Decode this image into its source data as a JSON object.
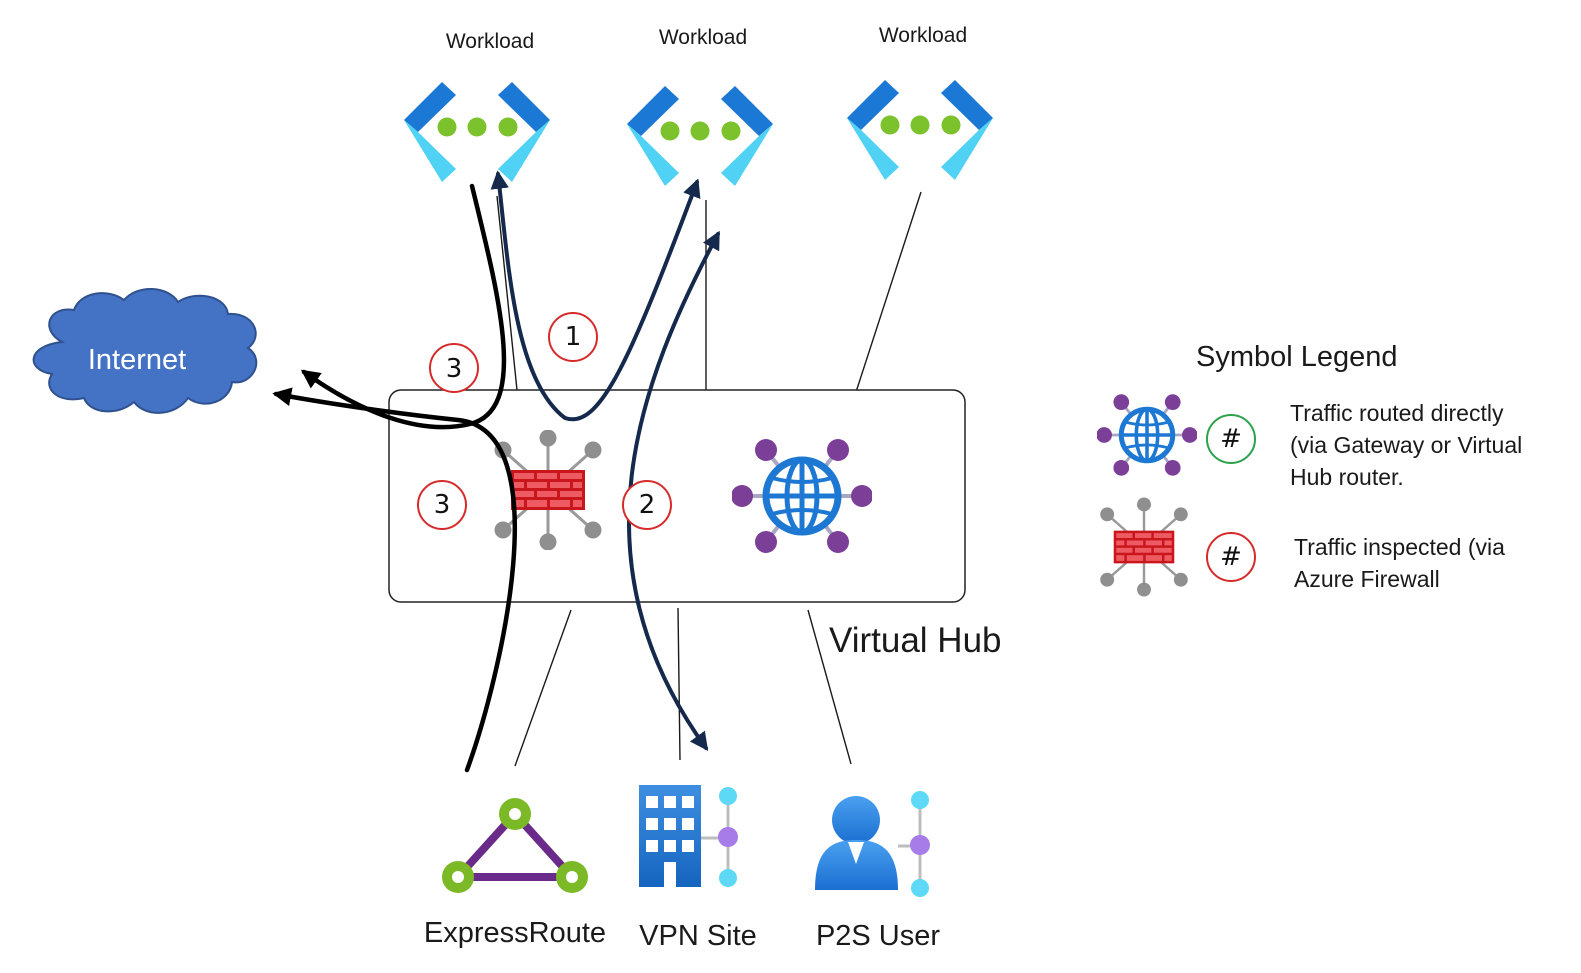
{
  "workloads": [
    {
      "label": "Workload"
    },
    {
      "label": "Workload"
    },
    {
      "label": "Workload"
    }
  ],
  "internet": {
    "label": "Internet"
  },
  "hub": {
    "label": "Virtual Hub"
  },
  "sites": [
    {
      "label": "ExpressRoute"
    },
    {
      "label": "VPN Site"
    },
    {
      "label": "P2S User"
    }
  ],
  "markers": [
    {
      "text": "1",
      "color": "#d62b2b"
    },
    {
      "text": "2",
      "color": "#d62b2b"
    },
    {
      "text": "3",
      "color": "#d62b2b"
    },
    {
      "text": "3",
      "color": "#d62b2b"
    }
  ],
  "legend": {
    "title": "Symbol Legend",
    "items": [
      {
        "marker": "#",
        "marker_color": "#2ca24b",
        "lines": [
          "Traffic routed directly",
          "(via Gateway or Virtual",
          "Hub router."
        ],
        "icon": "globe-router-icon"
      },
      {
        "marker": "#",
        "marker_color": "#d62b2b",
        "lines": [
          "Traffic inspected (via",
          "Azure Firewall"
        ],
        "icon": "firewall-icon"
      }
    ]
  },
  "colors": {
    "cloud": "#4472c4",
    "navy_arrow": "#15294d",
    "black_arrow": "#000000",
    "firewall_red": "#d9262b",
    "globe_blue": "#1d78d4",
    "router_purple": "#7b3f98"
  }
}
